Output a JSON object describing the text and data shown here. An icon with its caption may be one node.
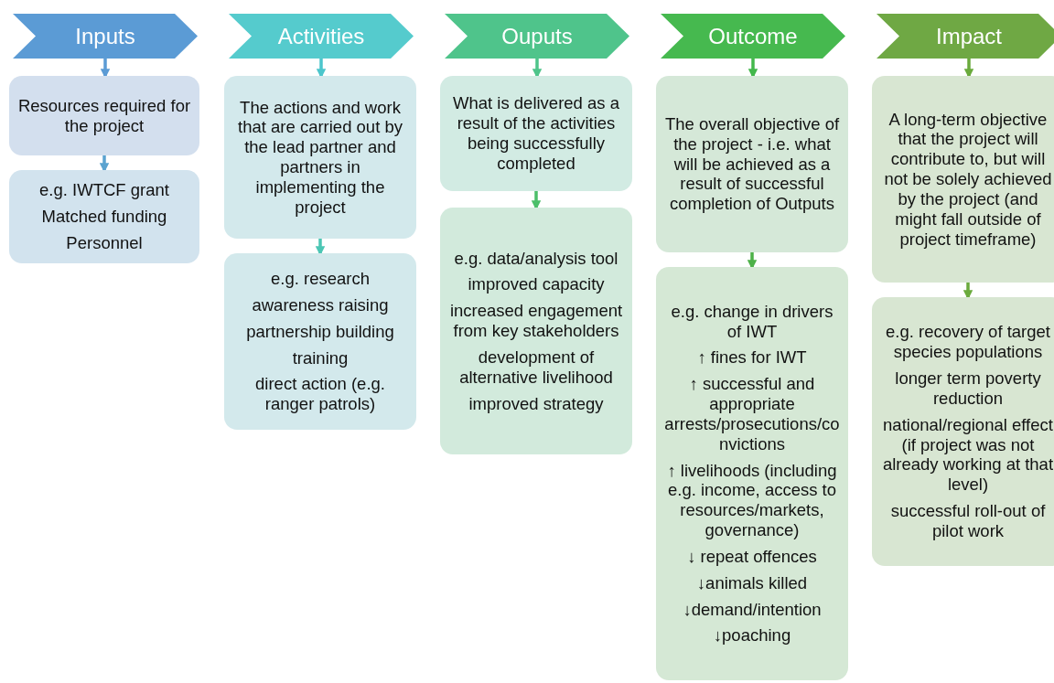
{
  "diagram": {
    "nodes": [
      {
        "text": [
          "Inputs"
        ]
      },
      {
        "text": [
          "Resources required for the project"
        ]
      },
      {
        "text": [
          "e.g. IWTCF grant",
          "Matched funding",
          "Personnel"
        ]
      },
      {
        "text": [
          "Activities"
        ]
      },
      {
        "text": [
          "The actions and work that are carried out by the lead partner and partners in implementing the project"
        ]
      },
      {
        "text": [
          "e.g. research",
          "awareness raising",
          "partnership building",
          "training",
          "direct action (e.g. ranger patrols)"
        ]
      },
      {
        "text": [
          "Ouputs"
        ]
      },
      {
        "text": [
          "What is delivered as a result of the activities being successfully completed"
        ]
      },
      {
        "text": [
          "e.g. data/analysis tool",
          "improved capacity",
          "increased engagement from key stakeholders",
          "development of alternative livelihood",
          "improved strategy"
        ]
      },
      {
        "text": [
          "Outcome"
        ]
      },
      {
        "text": [
          "The overall objective of the project - i.e. what will be achieved as a result of successful completion of Outputs"
        ]
      },
      {
        "text": [
          "e.g. change in drivers of IWT",
          "↑ fines for IWT",
          "↑ successful and appropriate arrests/prosecutions/convictions",
          "↑ livelihoods (including e.g. income, access to resources/markets, governance)",
          "↓ repeat offences",
          "↓animals killed",
          "↓demand/intention",
          "↓poaching"
        ]
      },
      {
        "text": [
          "Impact"
        ]
      },
      {
        "text": [
          "A long-term objective that the project will contribute to, but will not be solely achieved by the project (and might fall outside of project timeframe)"
        ]
      },
      {
        "text": [
          "e.g. recovery of target species populations",
          "longer term poverty reduction",
          "national/regional effect (if project was not already working at that level)",
          "successful roll-out of pilot work"
        ]
      }
    ],
    "edges": [
      {
        "from": 0,
        "to": 1,
        "arrow": "to",
        "color": "#5b9bd5"
      },
      {
        "from": 1,
        "to": 2,
        "arrow": "to",
        "color": "#5ba3d0"
      },
      {
        "from": 3,
        "to": 4,
        "arrow": "to",
        "color": "#4cc6cc"
      },
      {
        "from": 4,
        "to": 5,
        "arrow": "to",
        "color": "#4cc6b4"
      },
      {
        "from": 6,
        "to": 7,
        "arrow": "to",
        "color": "#4ec48a"
      },
      {
        "from": 7,
        "to": 8,
        "arrow": "to",
        "color": "#4cbf6a"
      },
      {
        "from": 9,
        "to": 10,
        "arrow": "to",
        "color": "#43b84c"
      },
      {
        "from": 10,
        "to": 11,
        "arrow": "to",
        "color": "#4db148"
      },
      {
        "from": 12,
        "to": 13,
        "arrow": "to",
        "color": "#6aaa3c"
      },
      {
        "from": 13,
        "to": 14,
        "arrow": "to",
        "color": "#6aaa3c"
      }
    ]
  }
}
